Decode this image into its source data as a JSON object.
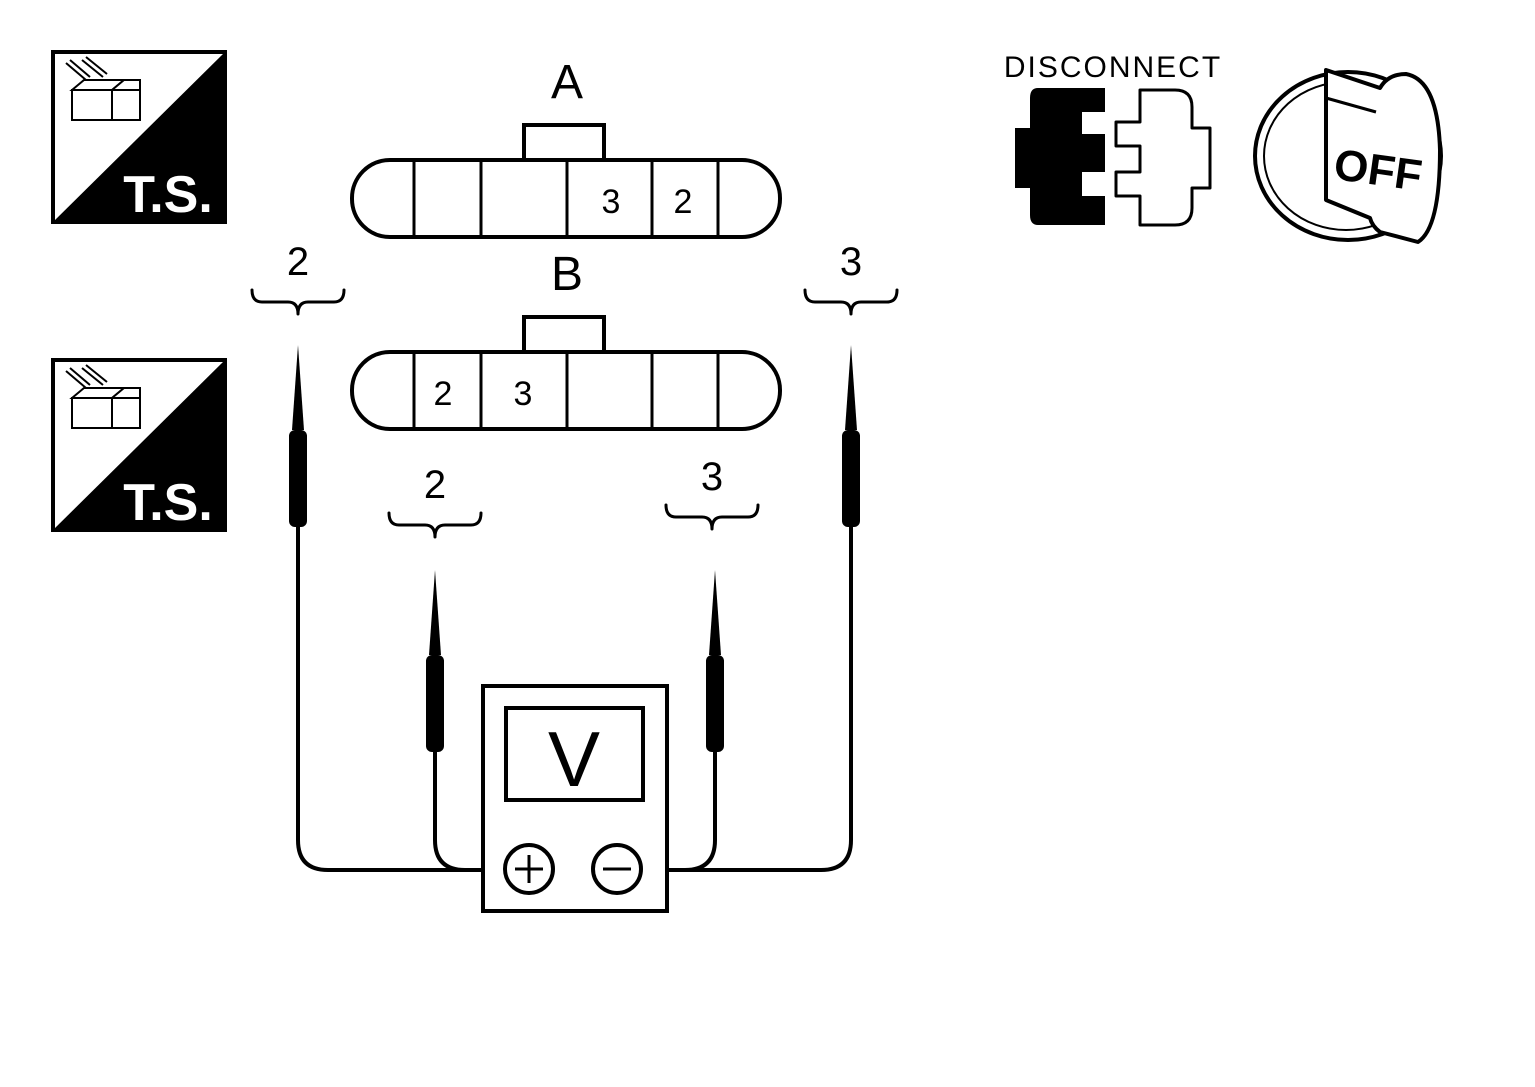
{
  "connector_a": {
    "label": "A",
    "pins": [
      "",
      "",
      "3",
      "2",
      ""
    ]
  },
  "connector_b": {
    "label": "B",
    "pins": [
      "2",
      "3",
      "",
      "",
      ""
    ]
  },
  "probes": {
    "a_positive_terminal": "2",
    "a_negative_terminal": "3",
    "b_positive_terminal": "2",
    "b_negative_terminal": "3"
  },
  "test_badge": {
    "label": "T.S.",
    "icon": "connector-icon"
  },
  "disconnect": {
    "label": "DISCONNECT",
    "icon": "disconnect-connector-icon"
  },
  "ignition": {
    "label": "OFF",
    "icon": "ignition-key-icon"
  },
  "meter": {
    "label": "V",
    "positive_symbol": "+",
    "negative_symbol": "−",
    "icon": "voltmeter-icon"
  }
}
